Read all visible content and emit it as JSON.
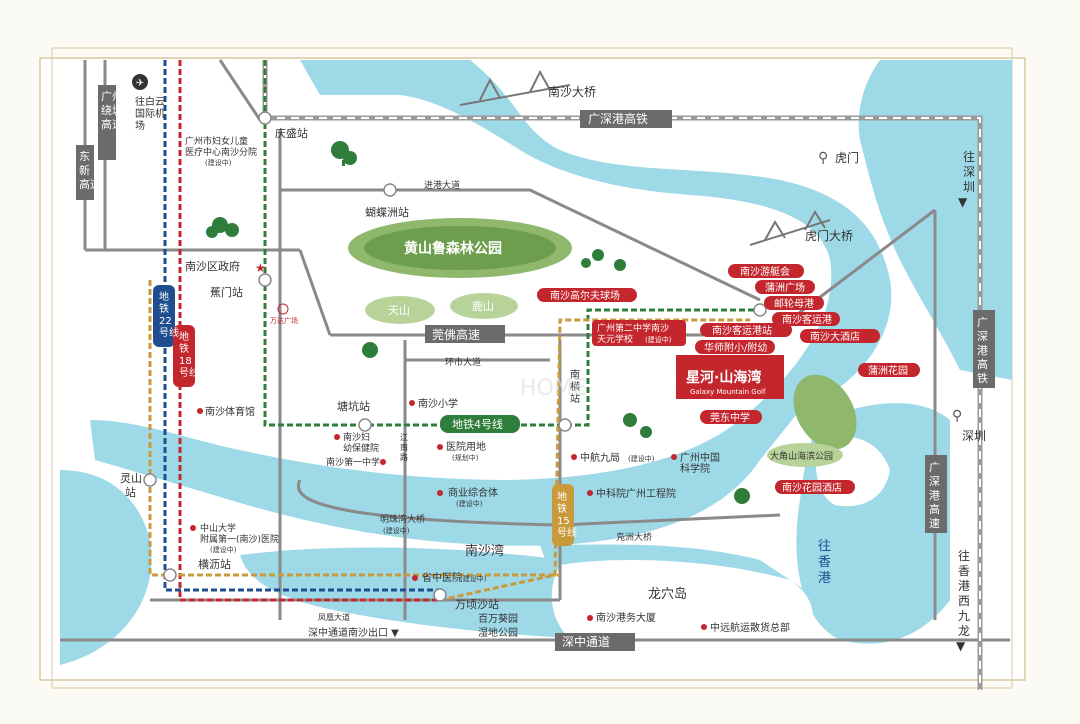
{
  "colors": {
    "water": "#9ed9e8",
    "road": "#8a8a8a",
    "highway_label_bg": "#6b6b6b",
    "park": "#8fb86c",
    "park_dark": "#6d9e4e",
    "poi_red": "#c4262e",
    "metro_red": "#c4262e",
    "metro_blue": "#1f4e8f",
    "metro_green": "#2f7d3b",
    "metro_gold": "#c99a3c",
    "frame": "#d8c9a0",
    "rail": "#9a9a9a"
  },
  "title_labels": {
    "nansha_bridge": "南沙大桥",
    "gsh_rail": "广深港高铁",
    "humen_bridge": "虎门大桥",
    "humen": "虎门",
    "to_shenzhen": "往\n深\n圳",
    "gsh_rail_right": "广深港高铁",
    "shenzhen": "深圳",
    "gsh_expressway": "广深港高速",
    "to_hk_kowloon": "往香港西九龙",
    "to_hk_port": "往香港",
    "longxue": "龙穴岛",
    "nanshawan": "南沙湾",
    "to_baiyun": "往白云国际机场",
    "gz_ring": "广州绕城高速",
    "dongxin": "东新高速",
    "jinghai": "进港大道",
    "guangzhou_women": "广州市妇女儿童医疗中心南沙分院",
    "guangzhou_women_sub": "(建设中)",
    "qingsheng": "庆盛站",
    "hudiezhou": "蝴蝶洲站",
    "huangshanlu": "黄山鲁森林公园",
    "tianshan": "天山",
    "lushan": "鹿山",
    "wanda": "万达广场",
    "district_gov": "南沙区政府",
    "jiaomen": "蕉门站",
    "line22": "地铁22号线",
    "line18": "地铁18号线",
    "line4": "地铁4号线",
    "line15": "地铁15号线",
    "guanfo": "莞佛高速",
    "huanshi": "环市大道",
    "nanheng": "南横站",
    "golf": "南沙高尔夫球场",
    "gz2nd": "广州第二中学南沙天元学校",
    "gz2nd_sub": "(建设中)",
    "kegang_station": "南沙客运港站",
    "huashi": "华师附小/附幼",
    "project_name": "星河·山海湾",
    "project_sub": "Galaxy Mountain Golf",
    "guandong_school": "莞东中学",
    "yacht": "南沙游艇会",
    "puzhou_sq": "蒲洲广场",
    "carrier": "邮轮母港",
    "kegang": "南沙客运港",
    "hotel": "南沙大酒店",
    "puzhou_garden": "蒲洲花园",
    "dajiao_park": "大角山海滨公园",
    "flower_hotel": "南沙花园酒店",
    "zhonghang": "中航九局",
    "zhonghang_sub": "(建设中)",
    "cas": "广州中国科学院",
    "cas_eng": "中科院广州工程院",
    "sports": "南沙体育馆",
    "nansha_primary": "南沙小学",
    "nansha_mch": "南沙妇幼保健院",
    "nansha_first_mid": "南沙第一中学",
    "hospital_land": "医院用地",
    "hospital_land_sub": "(规划中)",
    "commercial": "商业综合体",
    "commercial_sub": "(建设中)",
    "tangkeng": "塘坑站",
    "jianghan": "江南路",
    "lingshan": "灵山站",
    "sysu": "中山大学附属第一(南沙)医院",
    "sysu_sub": "(建设中)",
    "hengli": "横沥站",
    "mingzhu_bridge": "明珠湾大桥",
    "mingzhu_sub": "(建设中)",
    "province_tcm": "省中医院",
    "province_tcm_sub": "(建设中)",
    "wanqingsha": "万顷沙站",
    "baiwan": "百万葵园",
    "wetland": "湿地公园",
    "fengjiang": "凤凰大道",
    "shenzhong_exit": "深中通道南沙出口",
    "shenzhong": "深中通道",
    "port_building": "南沙港务大厦",
    "cosco": "中远航运散货总部",
    "longxue_bridge": "凫洲大桥",
    "watermark": "HOME"
  }
}
